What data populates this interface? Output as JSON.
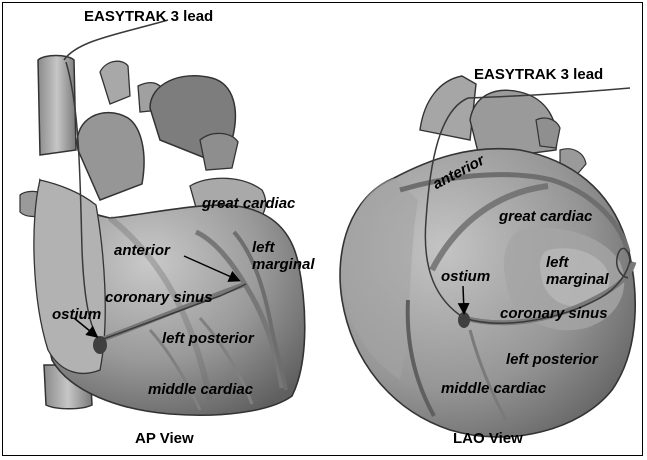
{
  "ap": {
    "lead": "EASYTRAK 3 lead",
    "great_cardiac": "great cardiac",
    "anterior": "anterior",
    "left_marginal": "left\nmarginal",
    "ostium": "ostium",
    "coronary_sinus": "coronary sinus",
    "left_posterior": "left posterior",
    "middle_cardiac": "middle cardiac",
    "caption": "AP View"
  },
  "lao": {
    "lead": "EASYTRAK 3 lead",
    "anterior": "anterior",
    "great_cardiac": "great cardiac",
    "left_marginal": "left\nmarginal",
    "ostium": "ostium",
    "coronary_sinus": "coronary sinus",
    "left_posterior": "left posterior",
    "middle_cardiac": "middle cardiac",
    "caption": "LAO View"
  },
  "colors": {
    "tissue": "#8f8f8f",
    "tissue_light": "#b3b3b3",
    "tissue_dark": "#5e5e5e",
    "vessel": "#6e6e6e"
  }
}
